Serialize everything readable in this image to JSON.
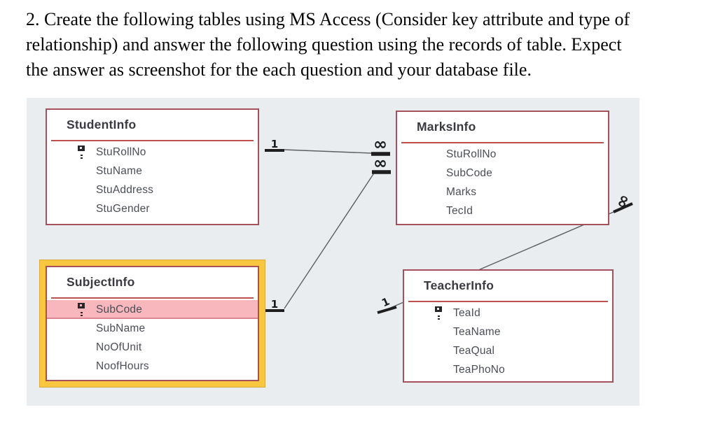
{
  "instruction": {
    "lines": [
      "2. Create the following tables using MS Access (Consider key attribute and type of",
      "relationship) and answer the following question using the records of table. Expect",
      "the answer as screenshot for the each question and your database file."
    ]
  },
  "diagram": {
    "tables": [
      {
        "name": "StudentInfo",
        "selected": false,
        "fields": [
          {
            "name": "StuRollNo",
            "key": true
          },
          {
            "name": "StuName",
            "key": false
          },
          {
            "name": "StuAddress",
            "key": false
          },
          {
            "name": "StuGender",
            "key": false
          }
        ]
      },
      {
        "name": "MarksInfo",
        "selected": false,
        "fields": [
          {
            "name": "StuRollNo",
            "key": false
          },
          {
            "name": "SubCode",
            "key": false
          },
          {
            "name": "Marks",
            "key": false
          },
          {
            "name": "TecId",
            "key": false
          }
        ]
      },
      {
        "name": "SubjectInfo",
        "selected": true,
        "fields": [
          {
            "name": "SubCode",
            "key": true,
            "highlighted": true
          },
          {
            "name": "SubName",
            "key": false
          },
          {
            "name": "NoOfUnit",
            "key": false
          },
          {
            "name": "NoofHours",
            "key": false
          }
        ]
      },
      {
        "name": "TeacherInfo",
        "selected": false,
        "fields": [
          {
            "name": "TeaId",
            "key": true
          },
          {
            "name": "TeaName",
            "key": false
          },
          {
            "name": "TeaQual",
            "key": false
          },
          {
            "name": "TeaPhoNo",
            "key": false
          }
        ]
      }
    ],
    "relationships": [
      {
        "from": "StudentInfo",
        "to": "MarksInfo",
        "one_label": "1",
        "many_label": "∞"
      },
      {
        "from": "SubjectInfo",
        "to": "MarksInfo",
        "one_label": "1",
        "many_label": "∞"
      },
      {
        "from": "TeacherInfo",
        "to": "MarksInfo",
        "one_label": "1",
        "many_label": "∞"
      }
    ],
    "colors": {
      "panel_bg": "#e9edf0",
      "table_border": "#a5505a",
      "title_separator": "#c0504d",
      "selected_frame": "#f8c73f",
      "selected_row_bg": "#f7b7bd",
      "field_text": "#4b4e57",
      "title_text": "#3a3a40",
      "relationship_line": "#5e5f63",
      "marker": "#1e1e1e"
    }
  }
}
